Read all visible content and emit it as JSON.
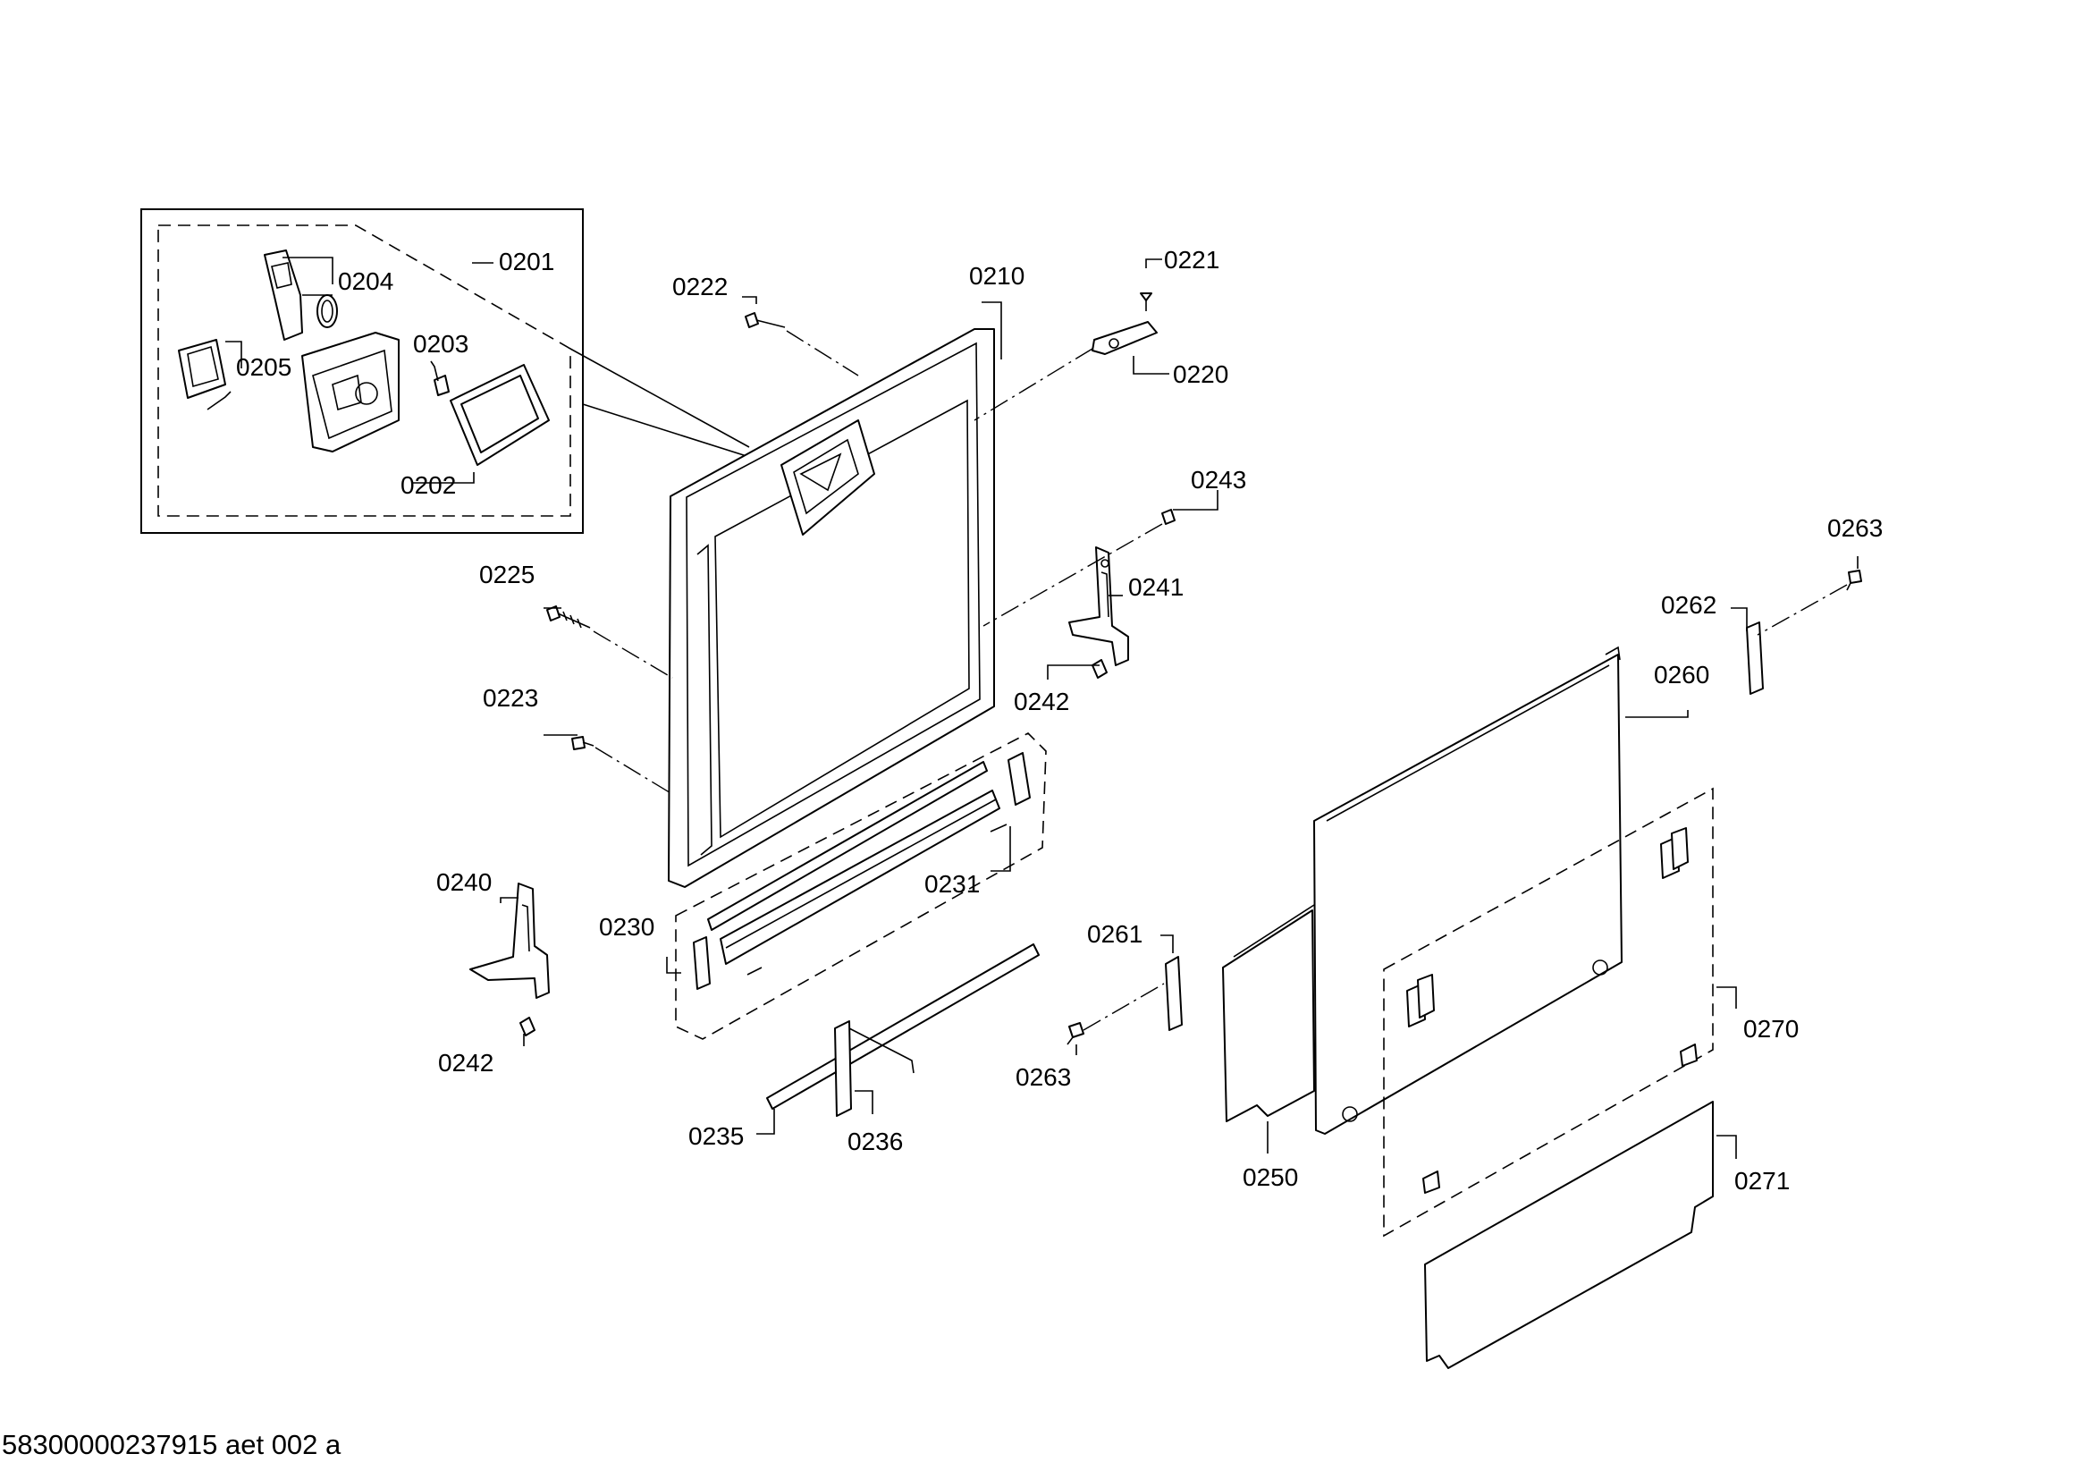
{
  "footer": {
    "drawing_id": "58300000237915 aet 002 a"
  },
  "labels": {
    "p0201": "0201",
    "p0202": "0202",
    "p0203": "0203",
    "p0204": "0204",
    "p0205": "0205",
    "p0210": "0210",
    "p0220": "0220",
    "p0221": "0221",
    "p0222": "0222",
    "p0223": "0223",
    "p0225": "0225",
    "p0230": "0230",
    "p0231": "0231",
    "p0235": "0235",
    "p0236": "0236",
    "p0240": "0240",
    "p0241": "0241",
    "p0242a": "0242",
    "p0242b": "0242",
    "p0243": "0243",
    "p0250": "0250",
    "p0260": "0260",
    "p0261": "0261",
    "p0262": "0262",
    "p0263a": "0263",
    "p0263b": "0263",
    "p0270": "0270",
    "p0271": "0271"
  }
}
